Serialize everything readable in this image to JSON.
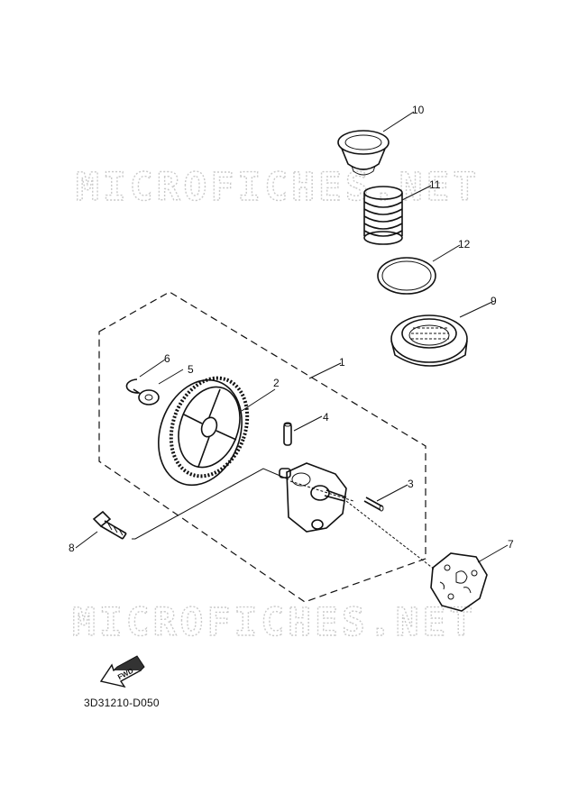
{
  "watermark": "MICROFICHES.NET",
  "diagram_code": "3D31210-D050",
  "fwd_label": "FWD",
  "callouts": [
    "1",
    "2",
    "3",
    "4",
    "5",
    "6",
    "7",
    "8",
    "9",
    "10",
    "11",
    "12"
  ],
  "icons": {
    "oil_pump_assembly": "oil-pump-assembly-icon",
    "driven_gear": "driven-gear-icon",
    "fwd_arrow": "fwd-arrow-icon"
  }
}
